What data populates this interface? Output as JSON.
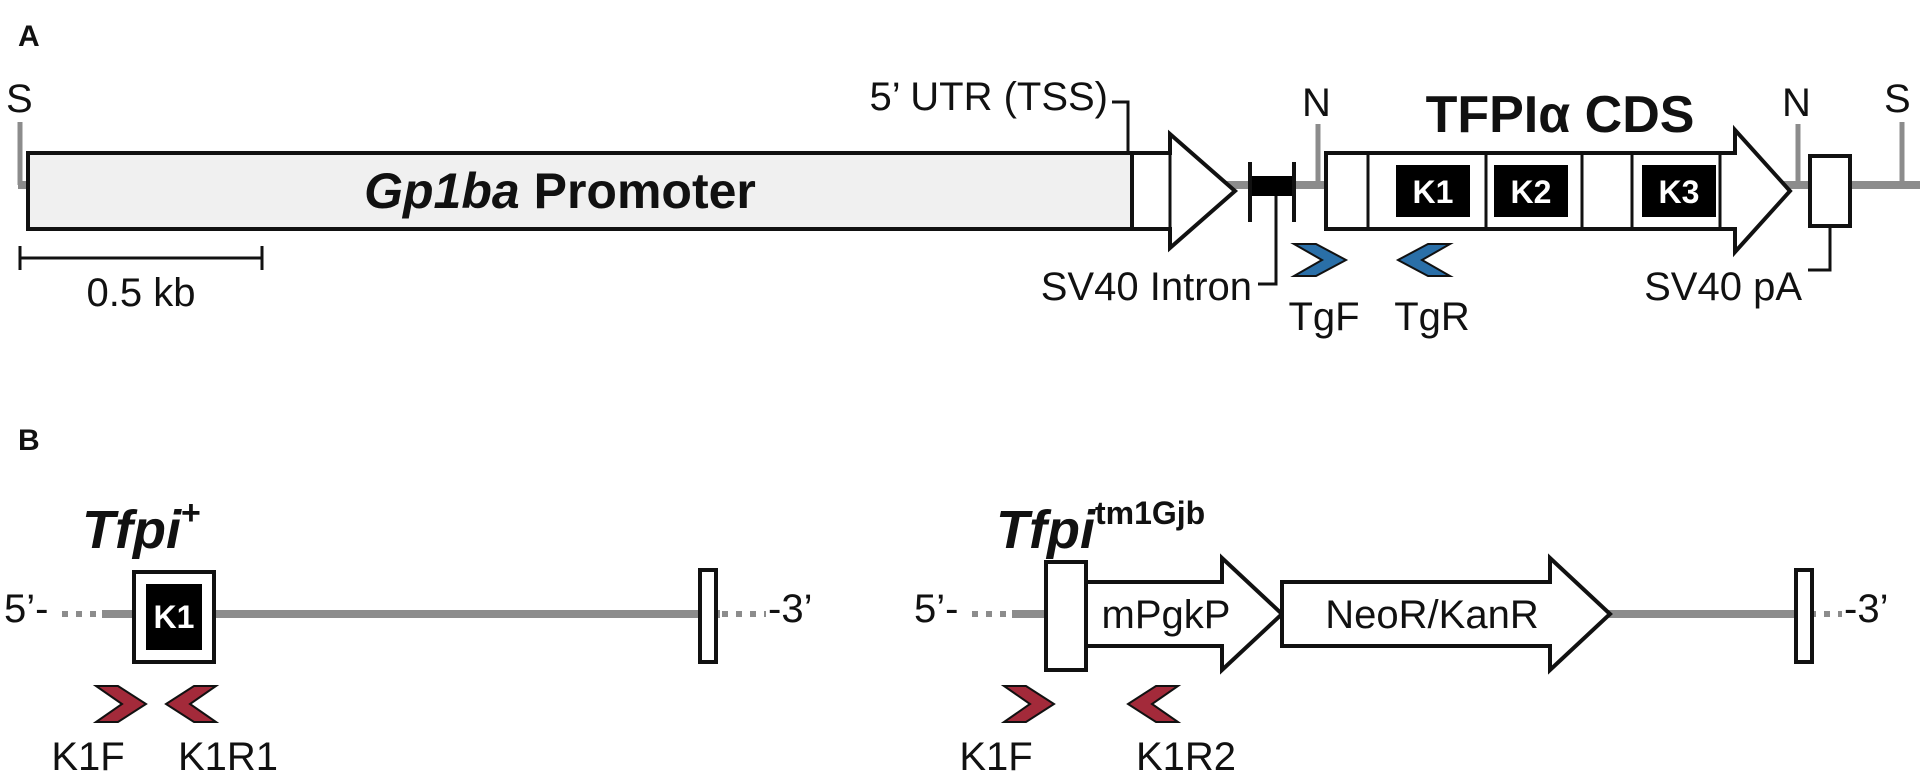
{
  "panel_a": {
    "label": "A",
    "site_s": "S",
    "site_n": "N",
    "promoter": {
      "italic": "Gp1ba",
      "text": " Promoter"
    },
    "utr": "5’ UTR (TSS)",
    "intron": "SV40 Intron",
    "cds": "TFPIα CDS",
    "domains": [
      "K1",
      "K2",
      "K3"
    ],
    "pa": "SV40 pA",
    "scale": "0.5 kb",
    "primers": [
      "TgF",
      "TgR"
    ]
  },
  "panel_b": {
    "label": "B",
    "wt": {
      "italic": "Tfpi",
      "sup": "+",
      "five": "5’-",
      "three": "-3’",
      "domain": "K1",
      "primers": [
        "K1F",
        "K1R1"
      ]
    },
    "mut": {
      "italic": "Tfpi",
      "sup": "tm1Gjb",
      "five": "5’-",
      "three": "-3’",
      "promoter": "mPgkP",
      "marker": "NeoR/KanR",
      "primers": [
        "K1F",
        "K1R2"
      ]
    }
  },
  "colors": {
    "primer_tg": "#2a6fa8",
    "primer_k1": "#a32a3a",
    "backbone": "#8c8c8c",
    "domain_fill": "#000000",
    "promoter_fill": "#f0f0f0"
  }
}
